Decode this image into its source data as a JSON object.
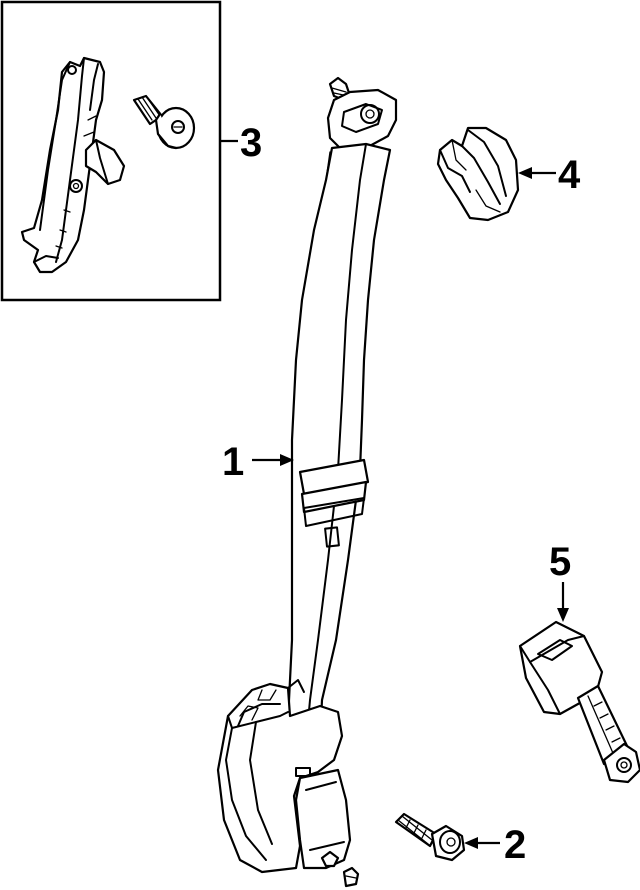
{
  "diagram": {
    "callouts": {
      "belt_assembly": "1",
      "bolt": "2",
      "height_adjuster": "3",
      "guide": "4",
      "buckle": "5"
    }
  }
}
